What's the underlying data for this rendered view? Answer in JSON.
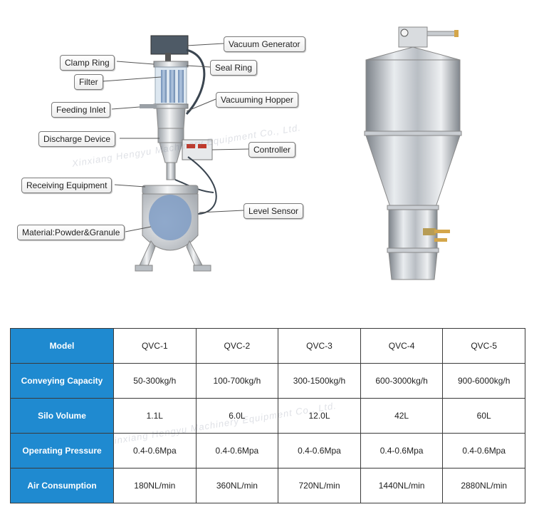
{
  "diagram": {
    "labels": {
      "vacuum_generator": "Vacuum Generator",
      "clamp_ring": "Clamp Ring",
      "seal_ring": "Seal Ring",
      "filter": "Filter",
      "vacuuming_hopper": "Vacuuming Hopper",
      "feeding_inlet": "Feeding Inlet",
      "discharge_device": "Discharge Device",
      "controller": "Controller",
      "receiving_equipment": "Receiving Equipment",
      "level_sensor": "Level Sensor",
      "material": "Material:Powder&Granule"
    }
  },
  "watermarks": {
    "upper": "Xinxiang Hengyu Machinery Equipment Co., Ltd.",
    "lower": "Xinxiang Hengyu Machinery Equipment Co., Ltd."
  },
  "table": {
    "rows": [
      {
        "label": "Model",
        "cells": [
          "QVC-1",
          "QVC-2",
          "QVC-3",
          "QVC-4",
          "QVC-5"
        ]
      },
      {
        "label": "Conveying Capacity",
        "cells": [
          "50-300kg/h",
          "100-700kg/h",
          "300-1500kg/h",
          "600-3000kg/h",
          "900-6000kg/h"
        ]
      },
      {
        "label": "Silo Volume",
        "cells": [
          "1.1L",
          "6.0L",
          "12.0L",
          "42L",
          "60L"
        ]
      },
      {
        "label": "Operating Pressure",
        "cells": [
          "0.4-0.6Mpa",
          "0.4-0.6Mpa",
          "0.4-0.6Mpa",
          "0.4-0.6Mpa",
          "0.4-0.6Mpa"
        ]
      },
      {
        "label": "Air Consumption",
        "cells": [
          "180NL/min",
          "360NL/min",
          "720NL/min",
          "1440NL/min",
          "2880NL/min"
        ]
      }
    ]
  },
  "colors": {
    "row_header_bg": "#1f8ad0",
    "row_header_text": "#ffffff",
    "grid_line": "#3a3a3a"
  }
}
